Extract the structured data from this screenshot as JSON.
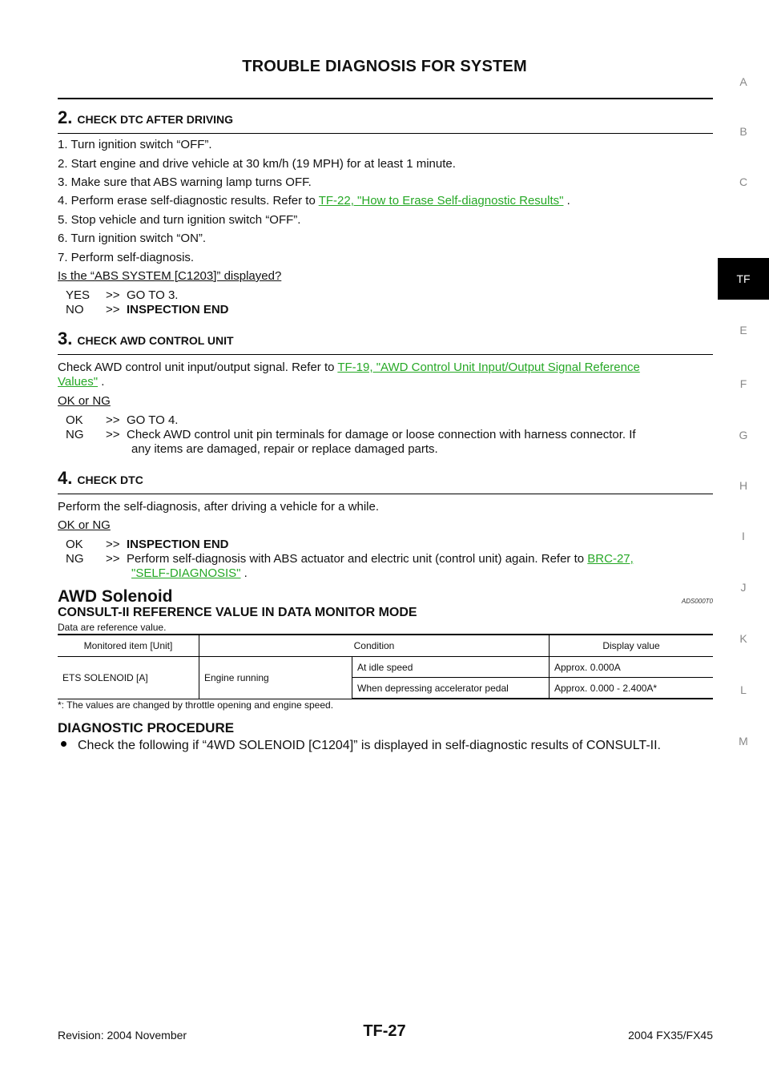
{
  "page_title": "TROUBLE DIAGNOSIS FOR SYSTEM",
  "side_index": [
    "A",
    "B",
    "C",
    "TF",
    "E",
    "F",
    "G",
    "H",
    "I",
    "J",
    "K",
    "L",
    "M"
  ],
  "step2": {
    "num": "2.",
    "title": "CHECK DTC AFTER DRIVING",
    "items": [
      "1. Turn ignition switch “OFF”.",
      "2. Start engine and drive vehicle at 30 km/h (19 MPH) for at least 1 minute.",
      "3. Make sure that ABS warning lamp turns OFF.",
      "4. Perform erase self-diagnostic results. Refer to",
      "5. Stop vehicle and turn ignition switch “OFF”.",
      "6. Turn ignition switch “ON”.",
      "7. Perform self-diagnosis."
    ],
    "item4_link": "TF-22, \"How to Erase Self-diagnostic Results\"",
    "item4_tail": " .",
    "question": "Is the “ABS SYSTEM [C1203]” displayed?",
    "yes_key": "YES",
    "yes_text": "GO TO 3.",
    "no_key": "NO",
    "no_text": "INSPECTION END"
  },
  "step3": {
    "num": "3.",
    "title": "CHECK AWD CONTROL UNIT",
    "text": "Check AWD control unit input/output signal. Refer to ",
    "link1": "TF-19, \"AWD Control Unit Input/Output Signal Reference",
    "link2": "Values\"",
    "tail": " .",
    "question": "OK or NG",
    "ok_key": "OK",
    "ok_text": "GO TO 4.",
    "ng_key": "NG",
    "ng_text1": "Check AWD control unit pin terminals for damage or loose connection with harness connector. If",
    "ng_text2": "any items are damaged, repair or replace damaged parts."
  },
  "step4": {
    "num": "4.",
    "title": "CHECK DTC",
    "text": "Perform the self-diagnosis, after driving a vehicle for a while.",
    "question": "OK or NG",
    "ok_key": "OK",
    "ok_text": "INSPECTION END",
    "ng_key": "NG",
    "ng_text1": "Perform self-diagnosis with ABS actuator and electric unit (control unit) again. Refer to ",
    "ng_link1": "BRC-27,",
    "ng_link2": "\"SELF-DIAGNOSIS\"",
    "ng_tail": " ."
  },
  "arrow": ">>",
  "section": {
    "title": "AWD Solenoid",
    "code": "ADS000T0",
    "subtitle": "CONSULT-II REFERENCE VALUE IN DATA MONITOR MODE",
    "note": "Data are reference value.",
    "table": {
      "headers": [
        "Monitored item [Unit]",
        "Condition",
        "Display value"
      ],
      "item": "ETS SOLENOID [A]",
      "condition_main": "Engine running",
      "rows": [
        {
          "condition": "At idle speed",
          "value": "Approx. 0.000A"
        },
        {
          "condition": "When depressing accelerator pedal",
          "value": "Approx. 0.000 - 2.400A*"
        }
      ]
    },
    "footnote": "*: The values are changed by throttle opening and engine speed."
  },
  "diag": {
    "title": "DIAGNOSTIC PROCEDURE",
    "bullet": "Check the following if “4WD SOLENOID [C1204]” is displayed in self-diagnostic results of CONSULT-II."
  },
  "footer": {
    "revision": "Revision: 2004 November",
    "code": "TF-27",
    "model": "2004 FX35/FX45"
  }
}
